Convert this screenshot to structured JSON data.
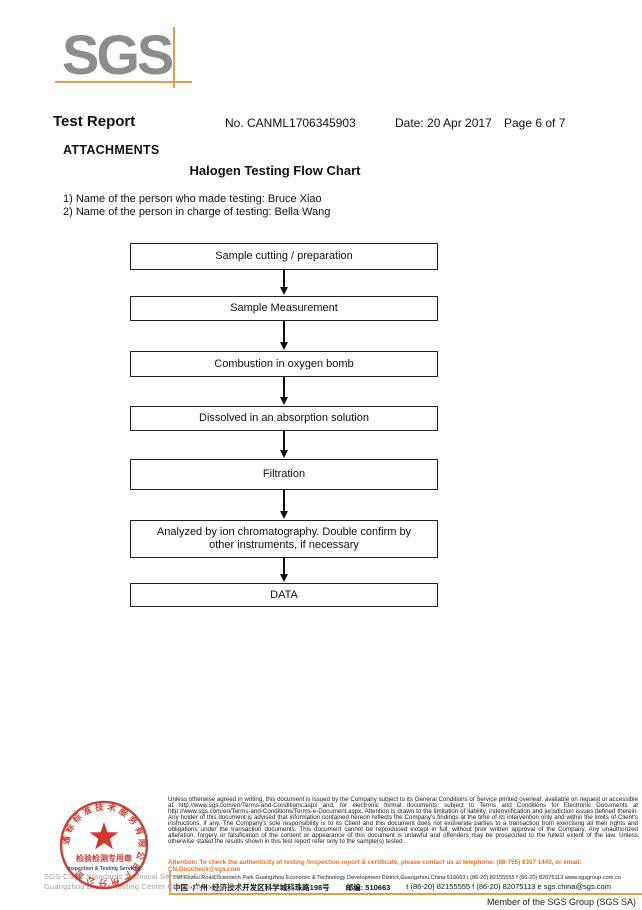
{
  "logo": {
    "text": "SGS"
  },
  "header": {
    "title": "Test Report",
    "report_no": "No. CANML1706345903",
    "date": "Date: 20 Apr 2017",
    "page": "Page 6 of 7"
  },
  "attachments": {
    "heading": "ATTACHMENTS",
    "flow_chart_title": "Halogen Testing Flow Chart",
    "note1": "1) Name of the person who made testing: Bruce Xiao",
    "note2": "2) Name of the person in charge of testing: Bella Wang"
  },
  "flowchart": {
    "steps": [
      "Sample cutting / preparation",
      "Sample Measurement",
      "Combustion in oxygen bomb",
      "Dissolved in an absorption solution",
      "Filtration",
      "Analyzed by ion chromatography. Double confirm by other instruments, if necessary",
      "DATA"
    ]
  },
  "footer": {
    "disclaimer": "Unless otherwise agreed in writing, this document is issued by the Company subject to its General Conditions of Service printed overleaf, available on request or accessible at http://www.sgs.com/en/Terms-and-Conditions.aspx and, for electronic format documents, subject to Terms and Conditions for Electronic Documents at http://www.sgs.com/en/Terms-and-Conditions/Terms-e-Document.aspx. Attention is drawn to the limitation of liability, indemnification and jurisdiction issues defined therein. Any holder of this document is advised that information contained hereon reflects the Company's findings at the time of its intervention only and within the limits of Client's instructions, if any. The Company's sole responsibility is to its Client and this document does not exonerate parties to a transaction from exercising all their rights and obligations under the transaction documents. This document cannot be reproduced except in full, without prior written approval of the Company. Any unauthorized alteration, forgery or falsification of the content or appearance of this document is unlawful and offenders may be prosecuted to the fullest extent of the law. Unless otherwise stated the results shown in this test report refer only to the sample(s) tested .",
    "attention": "Attention: To check the authenticity of testing /inspection report & certificate, please contact us at telephone: (86-755) 8307 1443, or email: CN.Doccheck@sgs.com",
    "address_en": "198 Kezhu Road,Scientech Park Guangzhou Economic & Technology Development District,Guangzhou,China 510663   t (86-20) 82155555   f (86-20) 82075113   www.sgsgroup.com.cn",
    "address_cn": "中国 ·广州 ·经济技术开发区科学城科珠路198号",
    "postcode": "邮编: 510663",
    "contacts_cn": "t (86-20) 82155555  f (86-20) 82075113  e  sgs.china@sgs.com",
    "member": "Member of the SGS Group (SGS SA)",
    "stamp": {
      "ring_text": "通标标准技术服务有限公司广州分公司",
      "title_cn": "检验检测专用章",
      "title_en": "Inspection & Testing Services"
    },
    "company_line1": "SGS-CSTC Standards Technical Services Co., Ltd.",
    "company_line2": "Guangzhou Branch Testing Center Chemical Laboratory."
  },
  "colors": {
    "accent_orange": "#dfa04b",
    "logo_gray": "#8b8d90",
    "stamp_red": "#c63227",
    "stamp_blue": "#27357e",
    "attention_orange": "#e4711f"
  }
}
